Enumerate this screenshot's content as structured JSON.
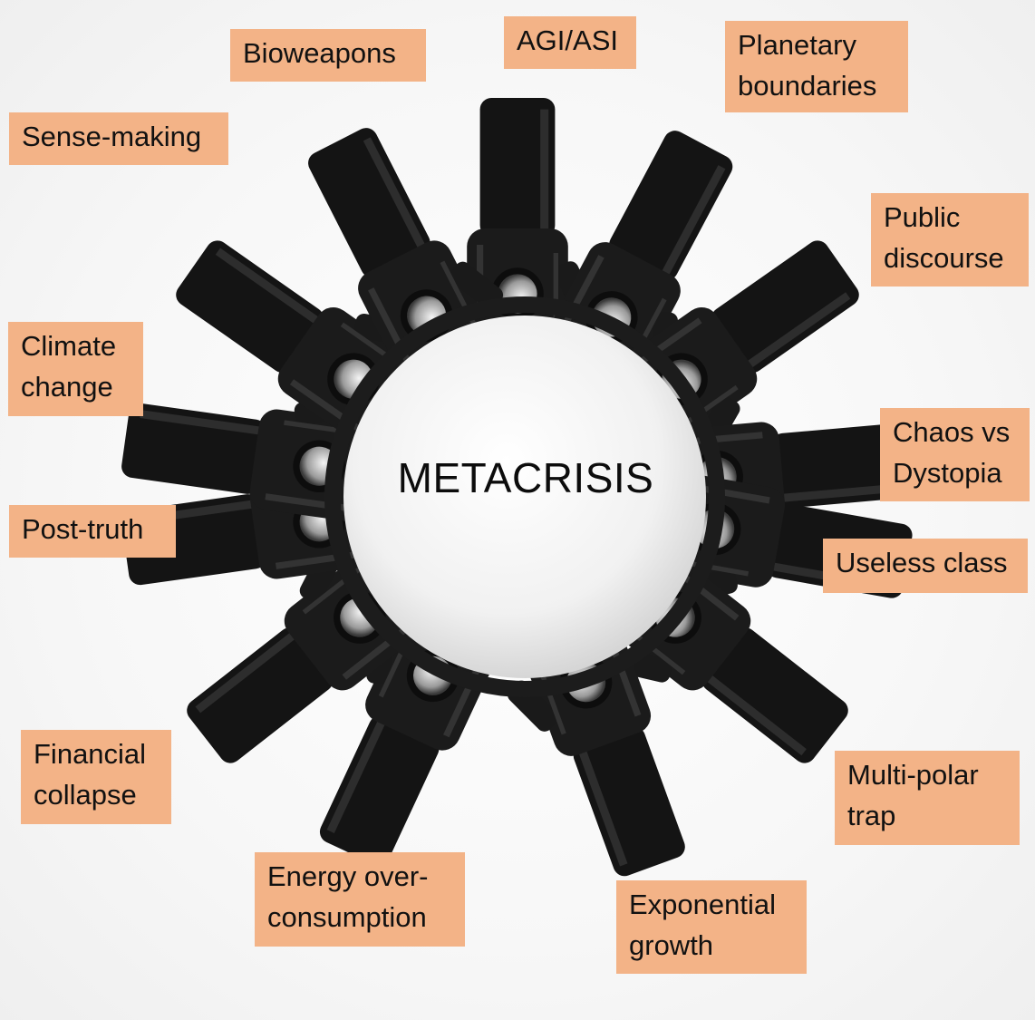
{
  "center": {
    "title": "METACRISIS"
  },
  "labels": [
    {
      "id": "sense-making",
      "text": "Sense-making"
    },
    {
      "id": "bioweapons",
      "text": "Bioweapons"
    },
    {
      "id": "agi-asi",
      "text": "AGI/ASI"
    },
    {
      "id": "planetary-boundaries",
      "text": "Planetary\nboundaries"
    },
    {
      "id": "public-discourse",
      "text": "Public\ndiscourse"
    },
    {
      "id": "climate-change",
      "text": "Climate\nchange"
    },
    {
      "id": "chaos-vs-dystopia",
      "text": "Chaos vs\nDystopia"
    },
    {
      "id": "post-truth",
      "text": "Post-truth"
    },
    {
      "id": "useless-class",
      "text": "Useless class"
    },
    {
      "id": "financial-collapse",
      "text": "Financial\ncollapse"
    },
    {
      "id": "multi-polar-trap",
      "text": "Multi-polar\ntrap"
    },
    {
      "id": "energy-over-consumption",
      "text": "Energy over-\nconsumption"
    },
    {
      "id": "exponential-growth",
      "text": "Exponential\ngrowth"
    }
  ],
  "colors": {
    "label_background": "#f3b387",
    "hand": "#1a1a1a",
    "ring": "#1c1c1c"
  }
}
